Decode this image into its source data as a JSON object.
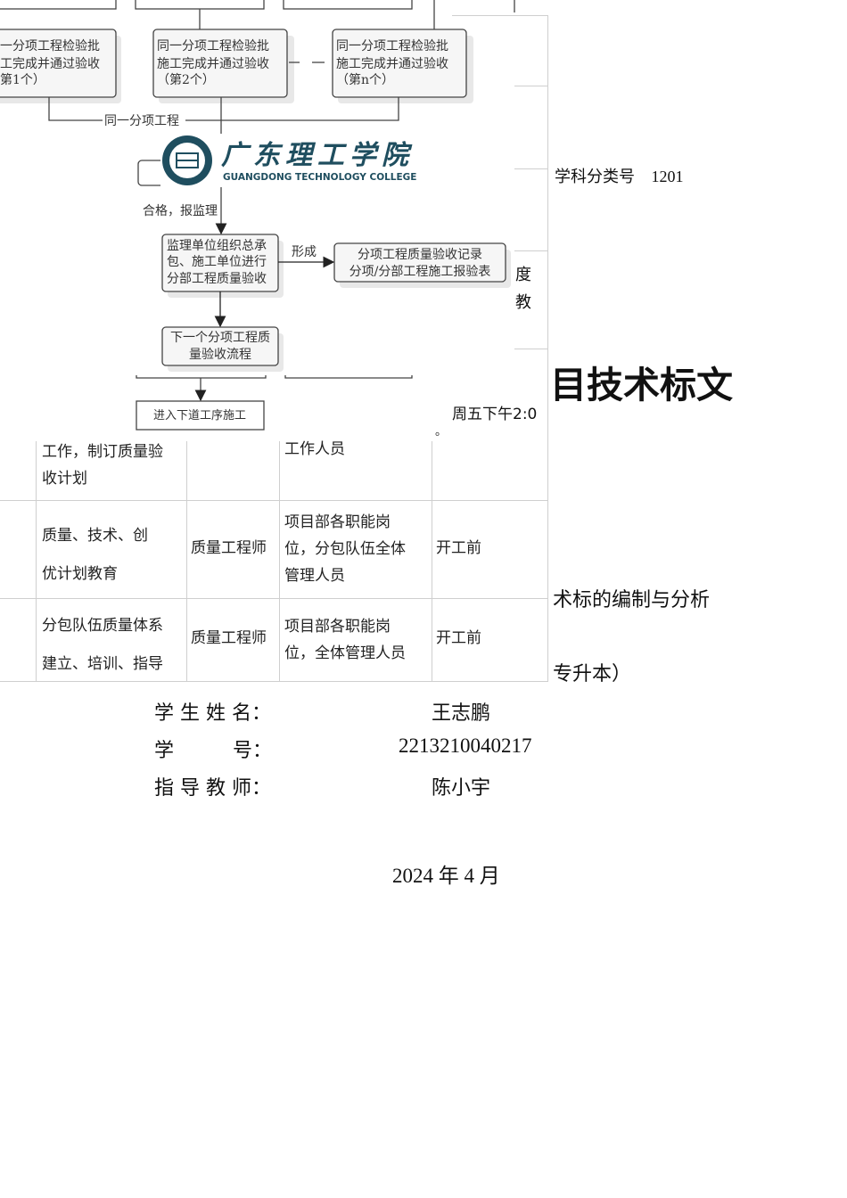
{
  "cover": {
    "classification_label": "学科分类号",
    "classification_value": "1201",
    "partial_du": "度",
    "partial_jiao": "教",
    "title_partial": "目技术标文",
    "subtitle_partial": "术标的编制与分析",
    "program_partial": "专升本）",
    "time_partial": "周五下午2:0",
    "fields": [
      {
        "label": "学 生 姓 名：",
        "value": "王志鹏"
      },
      {
        "label": "学　　　号：",
        "value": "2213210040217"
      },
      {
        "label": "指 导 教 师：",
        "value": "陈小宇"
      }
    ],
    "date": "2024 年 4 月"
  },
  "logo": {
    "name_cn": "广东理工学院",
    "name_en": "GUANGDONG TECHNOLOGY COLLEGE",
    "color": "#1f4e5f"
  },
  "flowchart": {
    "box1": [
      "一分项工程检验批",
      "工完成并通过验收",
      "第1个）"
    ],
    "box2": [
      "同一分项工程检验批",
      "施工完成并通过验收",
      "（第2个）"
    ],
    "box3": [
      "同一分项工程检验批",
      "施工完成并通过验收",
      "（第n个）"
    ],
    "bracket_label": "同一分项工程",
    "pass_label": "合格，报监理",
    "supervise_box": [
      "监理单位组织总承",
      "包、施工单位进行",
      "分部工程质量验收"
    ],
    "form_label": "形成",
    "record_box": [
      "分项工程质量验收记录",
      "分项/分部工程施工报验表"
    ],
    "next_box": [
      "下一个分项工程质",
      "量验收流程"
    ],
    "final_box": "进入下道工序施工"
  },
  "table": {
    "rows": [
      {
        "task": [
          "工作，制订质量验",
          "收计划"
        ],
        "owner": "",
        "target": [
          "工作人员"
        ],
        "time": "。"
      },
      {
        "task": [
          "质量、技术、创",
          "优计划教育"
        ],
        "owner": "质量工程师",
        "target": [
          "项目部各职能岗",
          "位，分包队伍全体",
          "管理人员"
        ],
        "time": "开工前"
      },
      {
        "task": [
          "分包队伍质量体系",
          "建立、培训、指导"
        ],
        "owner": "质量工程师",
        "target": [
          "项目部各职能岗",
          "位，全体管理人员"
        ],
        "time": "开工前"
      }
    ]
  }
}
